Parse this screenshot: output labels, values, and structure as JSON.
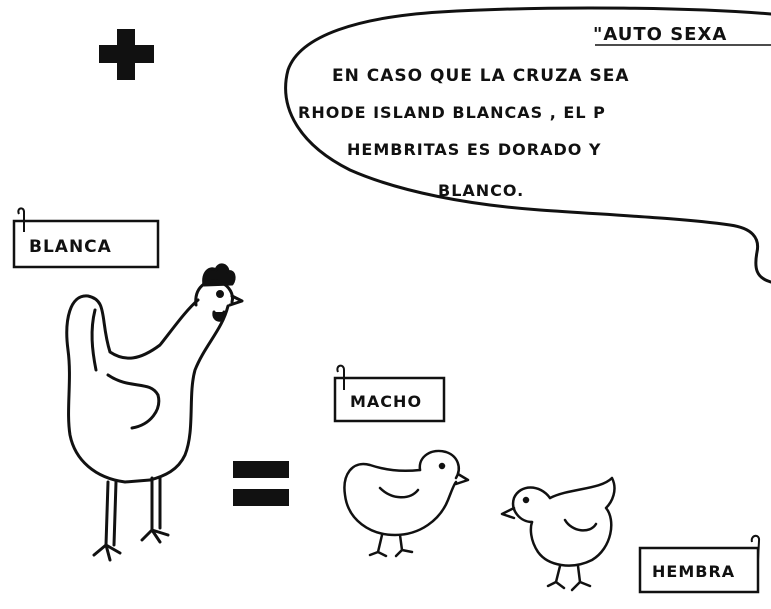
{
  "speech_bubble": {
    "title": "\"AUTO SEXA",
    "lines": [
      "EN CASO QUE LA CRUZA SEA",
      "RHODE ISLAND BLANCAS , EL  P",
      "HEMBRITAS   ES DORADO Y",
      "BLANCO."
    ]
  },
  "tags": {
    "hen": "BLANCA",
    "male_chick": "MACHO",
    "female_chick": "HEMBRA"
  },
  "symbols": {
    "plus": "plus-sign",
    "equals": "equals-sign"
  },
  "colors": {
    "ink": "#111111",
    "paper": "#ffffff"
  }
}
